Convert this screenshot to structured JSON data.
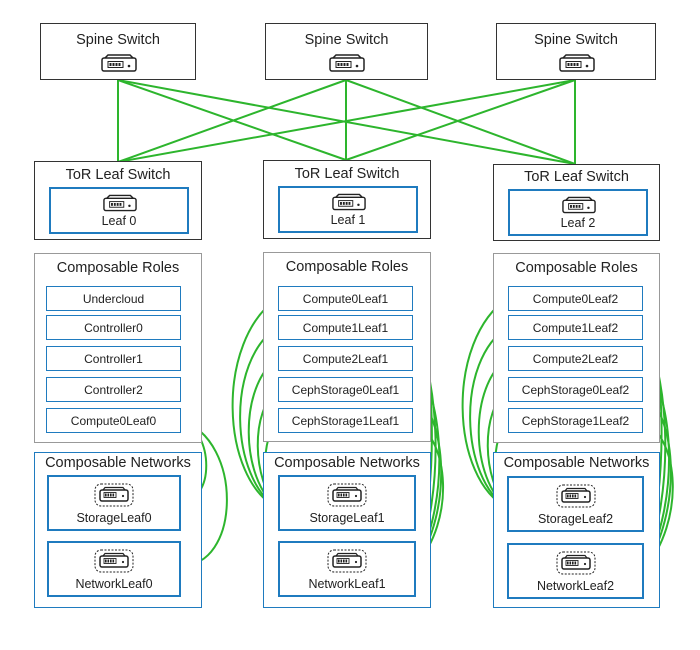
{
  "spines": [
    {
      "label": "Spine Switch",
      "icon": "network-switch-icon"
    },
    {
      "label": "Spine Switch",
      "icon": "network-switch-icon"
    },
    {
      "label": "Spine Switch",
      "icon": "network-switch-icon"
    }
  ],
  "leaves": [
    {
      "tor_title": "ToR Leaf Switch",
      "leaf_label": "Leaf 0",
      "roles_title": "Composable Roles",
      "roles": [
        "Undercloud",
        "Controller0",
        "Controller1",
        "Controller2",
        "Compute0Leaf0"
      ],
      "networks_title": "Composable Networks",
      "networks": [
        "StorageLeaf0",
        "NetworkLeaf0"
      ]
    },
    {
      "tor_title": "ToR Leaf Switch",
      "leaf_label": "Leaf 1",
      "roles_title": "Composable Roles",
      "roles": [
        "Compute0Leaf1",
        "Compute1Leaf1",
        "Compute2Leaf1",
        "CephStorage0Leaf1",
        "CephStorage1Leaf1"
      ],
      "networks_title": "Composable Networks",
      "networks": [
        "StorageLeaf1",
        "NetworkLeaf1"
      ]
    },
    {
      "tor_title": "ToR Leaf Switch",
      "leaf_label": "Leaf 2",
      "roles_title": "Composable Roles",
      "roles": [
        "Compute0Leaf2",
        "Compute1Leaf2",
        "Compute2Leaf2",
        "CephStorage0Leaf2",
        "CephStorage1Leaf2"
      ],
      "networks_title": "Composable Networks",
      "networks": [
        "StorageLeaf2",
        "NetworkLeaf2"
      ]
    }
  ],
  "colors": {
    "link": "#2db52d",
    "blue_border": "#1f7bbf",
    "dark_border": "#333333",
    "gray_border": "#999999"
  }
}
